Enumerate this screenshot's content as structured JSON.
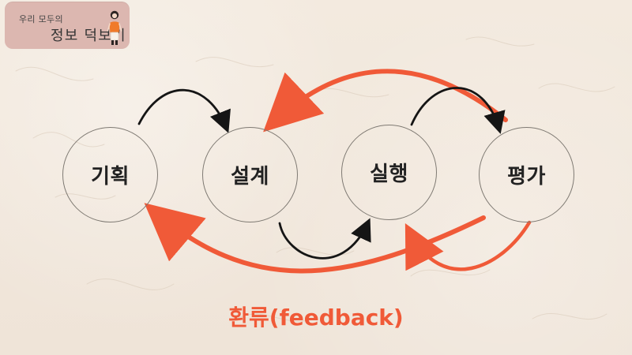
{
  "logo": {
    "line1": "우리 모두의",
    "line2": "정보 덕보기"
  },
  "nodes": [
    {
      "id": "plan",
      "label": "기획"
    },
    {
      "id": "design",
      "label": "설계"
    },
    {
      "id": "execute",
      "label": "실행"
    },
    {
      "id": "evaluate",
      "label": "평가"
    }
  ],
  "feedback": {
    "label": "환류(feedback)"
  },
  "colors": {
    "background": "#f1e7dc",
    "logo_background": "#dcb7b0",
    "node_border": "#7f7a73",
    "forward_arrow": "#151515",
    "feedback_arrow": "#f05a38",
    "text": "#222222"
  },
  "icons": {
    "logo_figure": "person-icon"
  }
}
